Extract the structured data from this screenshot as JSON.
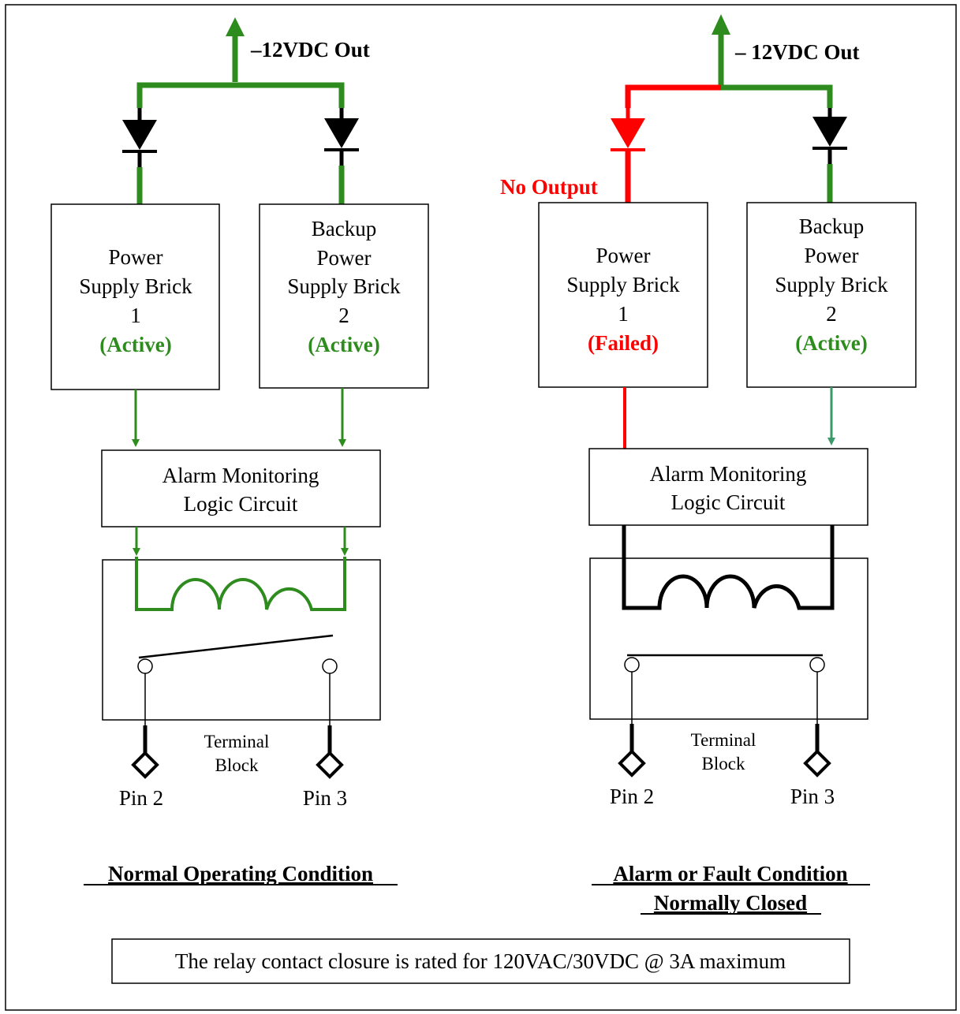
{
  "colors": {
    "active": "#2e8b1e",
    "failed": "#ff0000",
    "line": "#000000",
    "teal_arrow": "#3a9a6a"
  },
  "left": {
    "output_label": "–12VDC Out",
    "brick1": {
      "line1": "Power",
      "line2": "Supply Brick",
      "line3": "1",
      "status": "(Active)"
    },
    "brick2": {
      "line1": "Backup",
      "line2": "Power",
      "line3": "Supply Brick",
      "line4": "2",
      "status": "(Active)"
    },
    "alarm": {
      "line1": "Alarm Monitoring",
      "line2": "Logic Circuit"
    },
    "terminal": {
      "line1": "Terminal",
      "line2": "Block"
    },
    "pin_a": "Pin 2",
    "pin_b": "Pin 3",
    "caption": "Normal Operating Condition"
  },
  "right": {
    "output_label": "– 12VDC Out",
    "no_output": "No Output",
    "brick1": {
      "line1": "Power",
      "line2": "Supply Brick",
      "line3": "1",
      "status": "(Failed)"
    },
    "brick2": {
      "line1": "Backup",
      "line2": "Power",
      "line3": "Supply Brick",
      "line4": "2",
      "status": "(Active)"
    },
    "alarm": {
      "line1": "Alarm Monitoring",
      "line2": "Logic Circuit"
    },
    "terminal": {
      "line1": "Terminal",
      "line2": "Block"
    },
    "pin_a": "Pin 2",
    "pin_b": "Pin 3",
    "caption_line1": "Alarm or Fault Condition",
    "caption_line2": "Normally Closed"
  },
  "note": "The relay contact closure is rated for 120VAC/30VDC @ 3A maximum"
}
